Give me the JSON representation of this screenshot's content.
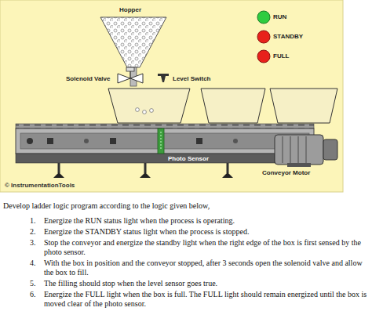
{
  "diagram": {
    "labels": [
      "Hopper",
      "RUN",
      "STANDBY",
      "FULL",
      "Solenoid Valve",
      "Level Switch",
      "Photo Sensor",
      "Conveyor Motor",
      "© InstrumentationTools",
      "Develop ladder logic program according to the logic given below,",
      "1.",
      "Energize the RUN status light when the process is operating.",
      "2.",
      "Energize the STANDBY status light when the process is stopped.",
      "3.",
      "Stop the conveyor and energize the standby light when the right edge of the box is first sensed by the photo sensor.",
      "4.",
      "With the box in position and the conveyor stopped, after 3 seconds open the solenoid valve and allow the box to fill.",
      "5.",
      "The filling should stop when the level sensor goes true.",
      "6.",
      "Energize the FULL light when the box is full. The FULL light should remain energized until the box is moved clear of the photo sensor."
    ]
  }
}
